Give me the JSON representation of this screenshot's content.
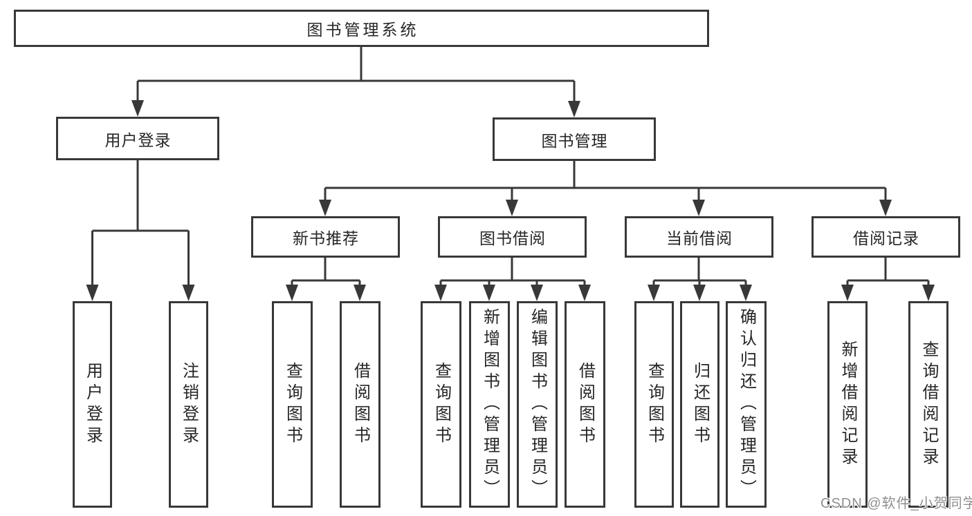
{
  "diagram": {
    "root": {
      "label": "图书管理系统"
    },
    "level2": [
      {
        "label": "用户登录",
        "children": [
          "用户登录",
          "注销登录"
        ]
      },
      {
        "label": "图书管理",
        "children_groups": [
          {
            "label": "新书推荐",
            "children": [
              "查询图书",
              "借阅图书"
            ]
          },
          {
            "label": "图书借阅",
            "children": [
              "查询图书",
              "新增图书（管理员）",
              "编辑图书（管理员）",
              "借阅图书"
            ]
          },
          {
            "label": "当前借阅",
            "children": [
              "查询图书",
              "归还图书",
              "确认归还（管理员）"
            ]
          },
          {
            "label": "借阅记录",
            "children": [
              "新增借阅记录",
              "查询借阅记录"
            ]
          }
        ]
      }
    ]
  },
  "watermark": {
    "text": "CSDN @软件_小贺同学"
  },
  "colors": {
    "line": "#383838",
    "box_border": "#383838",
    "text": "#262626",
    "watermark": "#8f8f8f",
    "background": "#ffffff"
  }
}
